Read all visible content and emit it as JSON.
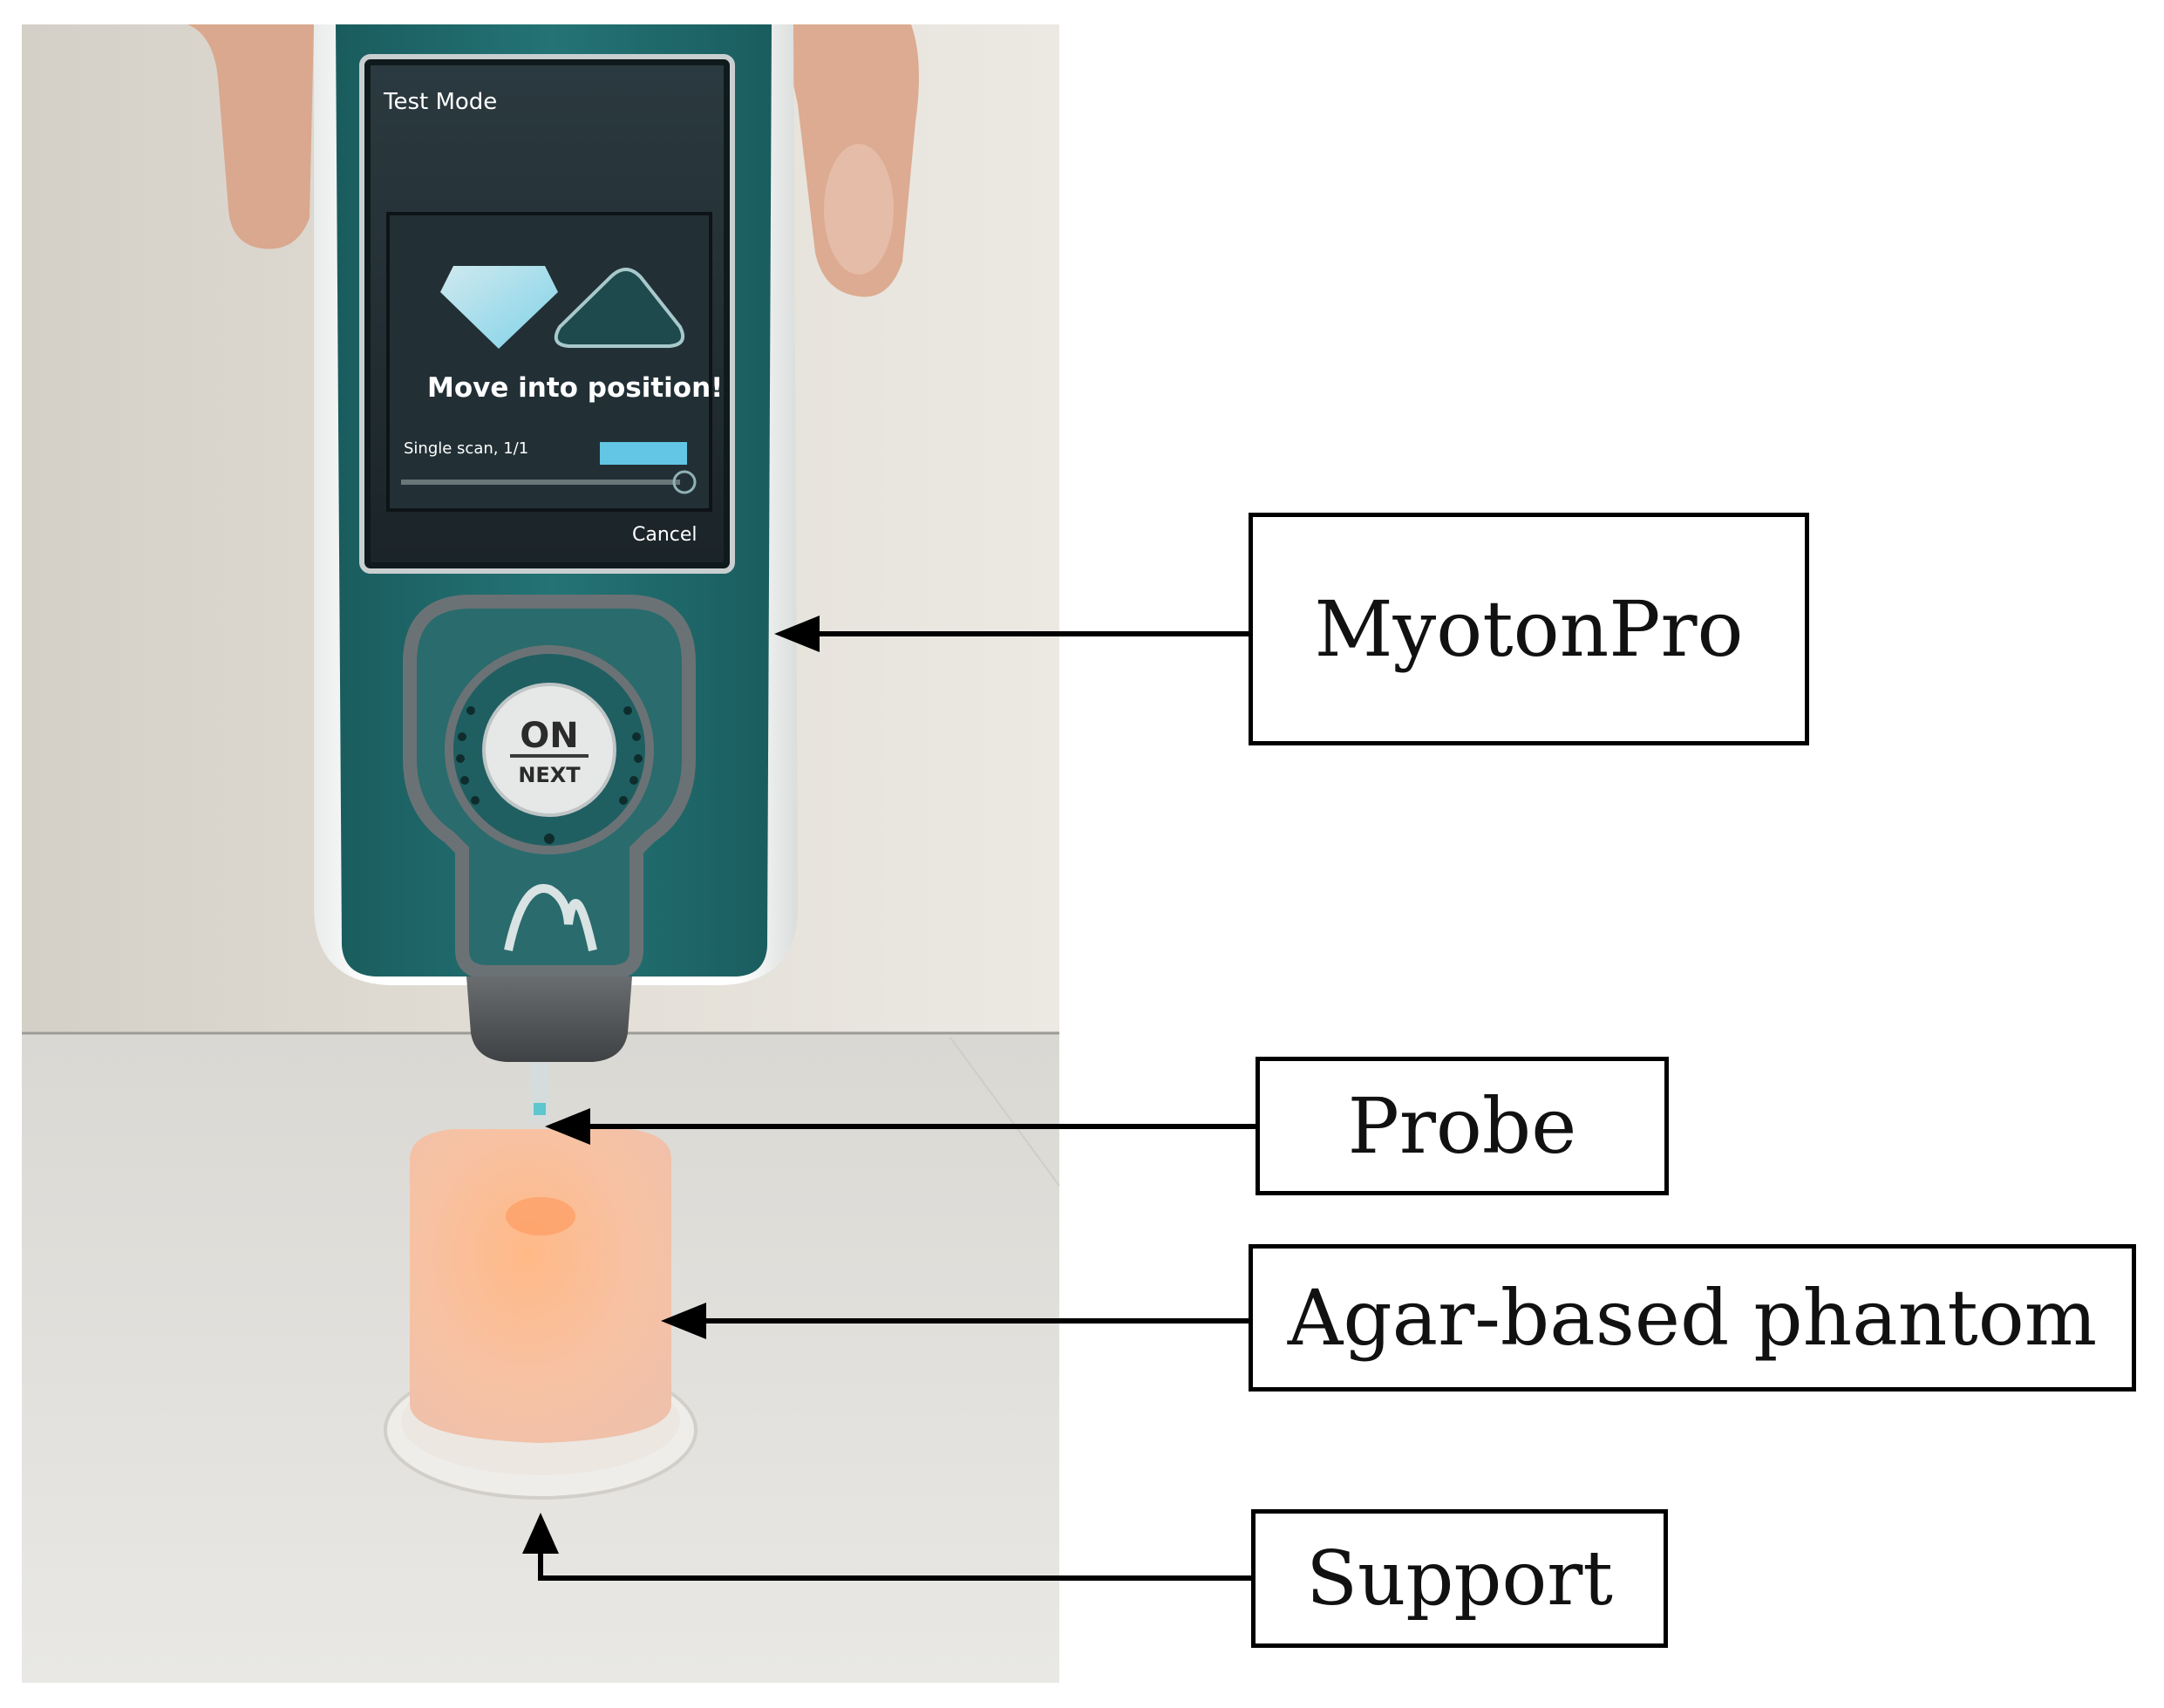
{
  "labels": {
    "myotonpro": "MyotonPro",
    "probe": "Probe",
    "agar_phantom": "Agar-based phantom",
    "support": "Support"
  },
  "device_screen": {
    "mode_title": "Test Mode",
    "instruction": "Move into position!",
    "scan_info": "Single scan, 1/1",
    "cancel": "Cancel"
  },
  "device_button": {
    "top": "ON",
    "bottom": "NEXT"
  },
  "colors": {
    "device_teal": "#1f6b6d",
    "device_white": "#f4f6f5",
    "phantom": "#f6b894",
    "wall": "#dcd9d2",
    "table": "#e4e3df"
  }
}
